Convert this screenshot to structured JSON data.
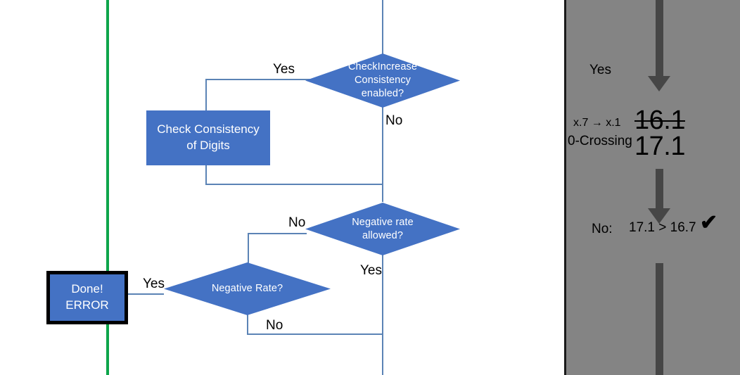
{
  "colors": {
    "shape_blue": "#4472C4",
    "connector_blue": "#5B83B5",
    "green_divider": "#0DA54B",
    "panel_gray": "#848484",
    "arrow_gray": "#464646",
    "text_white": "#FFFFFF",
    "text_black": "#000000"
  },
  "flowchart": {
    "decision_check_increase": {
      "line1": "CheckIncrease",
      "line2": "Consistency",
      "line3": "enabled?",
      "yes_label": "Yes",
      "no_label": "No"
    },
    "process_check_consistency": {
      "line1": "Check Consistency",
      "line2": "of Digits"
    },
    "decision_negative_rate_allowed": {
      "line1": "Negative rate",
      "line2": "allowed?",
      "no_label": "No",
      "yes_label": "Yes"
    },
    "decision_negative_rate": {
      "line1": "Negative Rate?",
      "yes_label": "Yes",
      "no_label": "No"
    },
    "terminal_done_error": {
      "line1": "Done!",
      "line2": "ERROR"
    }
  },
  "side_panel": {
    "yes_label": "Yes",
    "rounding_label": "x.7 → x.1",
    "zero_crossing_label": "0-Crossing",
    "value_struck": "16.1",
    "value_current": "17.1",
    "no_label": "No:",
    "comparison": "17.1 > 16.7",
    "check_mark": "✔"
  }
}
